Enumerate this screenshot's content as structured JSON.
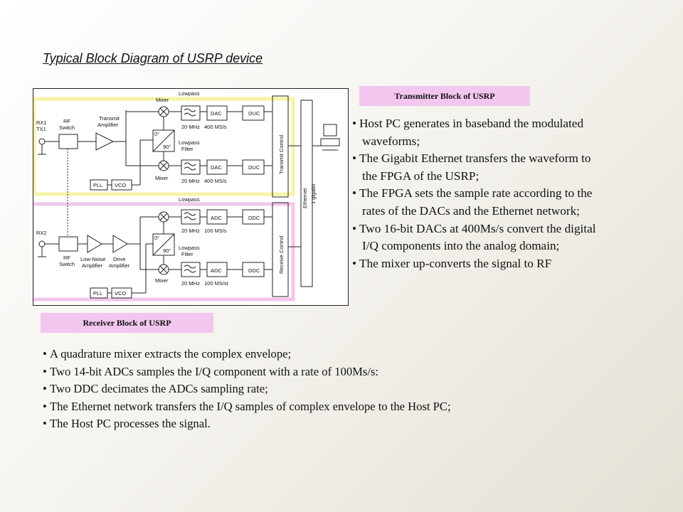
{
  "title": "Typical Block Diagram of USRP device",
  "tx_label": "Transmitter Block of USRP",
  "rx_label": "Receiver Block of USRP",
  "tx_bullets": [
    [
      "Host PC generates in baseband the modulated",
      "waveforms;"
    ],
    [
      "The Gigabit Ethernet transfers the waveform to",
      "the FPGA of the USRP;"
    ],
    [
      "The FPGA sets the sample rate according to the",
      "rates of the DACs and the Ethernet network;"
    ],
    [
      "Two 16-bit DACs at 400Ms/s convert the digital",
      "I/Q components into the analog domain;"
    ],
    [
      "The mixer up-converts the signal to RF",
      ""
    ]
  ],
  "rx_bullets": [
    "A quadrature mixer extracts the complex envelope;",
    "Two 14-bit ADCs samples the I/Q component with a rate of 100Ms/s:",
    "Two DDC decimates the ADCs sampling rate;",
    "The Ethernet network transfers the I/Q samples of complex envelope to the Host PC;",
    "The Host PC processes the signal."
  ],
  "diagram": {
    "rx1": "RX1",
    "tx1": "TX1",
    "rx2": "RX2",
    "rf_switch": "RF",
    "switch": "Switch",
    "transmit_amplifier_1": "Transmit",
    "transmit_amplifier_2": "Amplifier",
    "low_noise_1": "Low-Noise",
    "low_noise_2": "Amplifier",
    "drive_1": "Drive",
    "drive_2": "Amplifier",
    "mixer": "Mixer",
    "lowpass": "Lowpass",
    "filter": "Filter",
    "deg0": "0°",
    "deg90": "90°",
    "dac": "DAC",
    "adc": "ADC",
    "duc": "DUC",
    "ddc": "DDC",
    "mhz20": "20 MHz",
    "ms400": "400 MS/s",
    "ms100": "100 MS/s",
    "ms100t": "100 MS/st",
    "pll": "PLL",
    "vco": "VCO",
    "transmit_control": "Transmit Control",
    "receive_control": "Receive Control",
    "ethernet": "Ethernet",
    "gigabit": "1 gigabit"
  },
  "colors": {
    "tx_highlight": "#f7f3a6",
    "rx_highlight": "#f2c6ee",
    "label_bg": "#f2c6ee"
  }
}
